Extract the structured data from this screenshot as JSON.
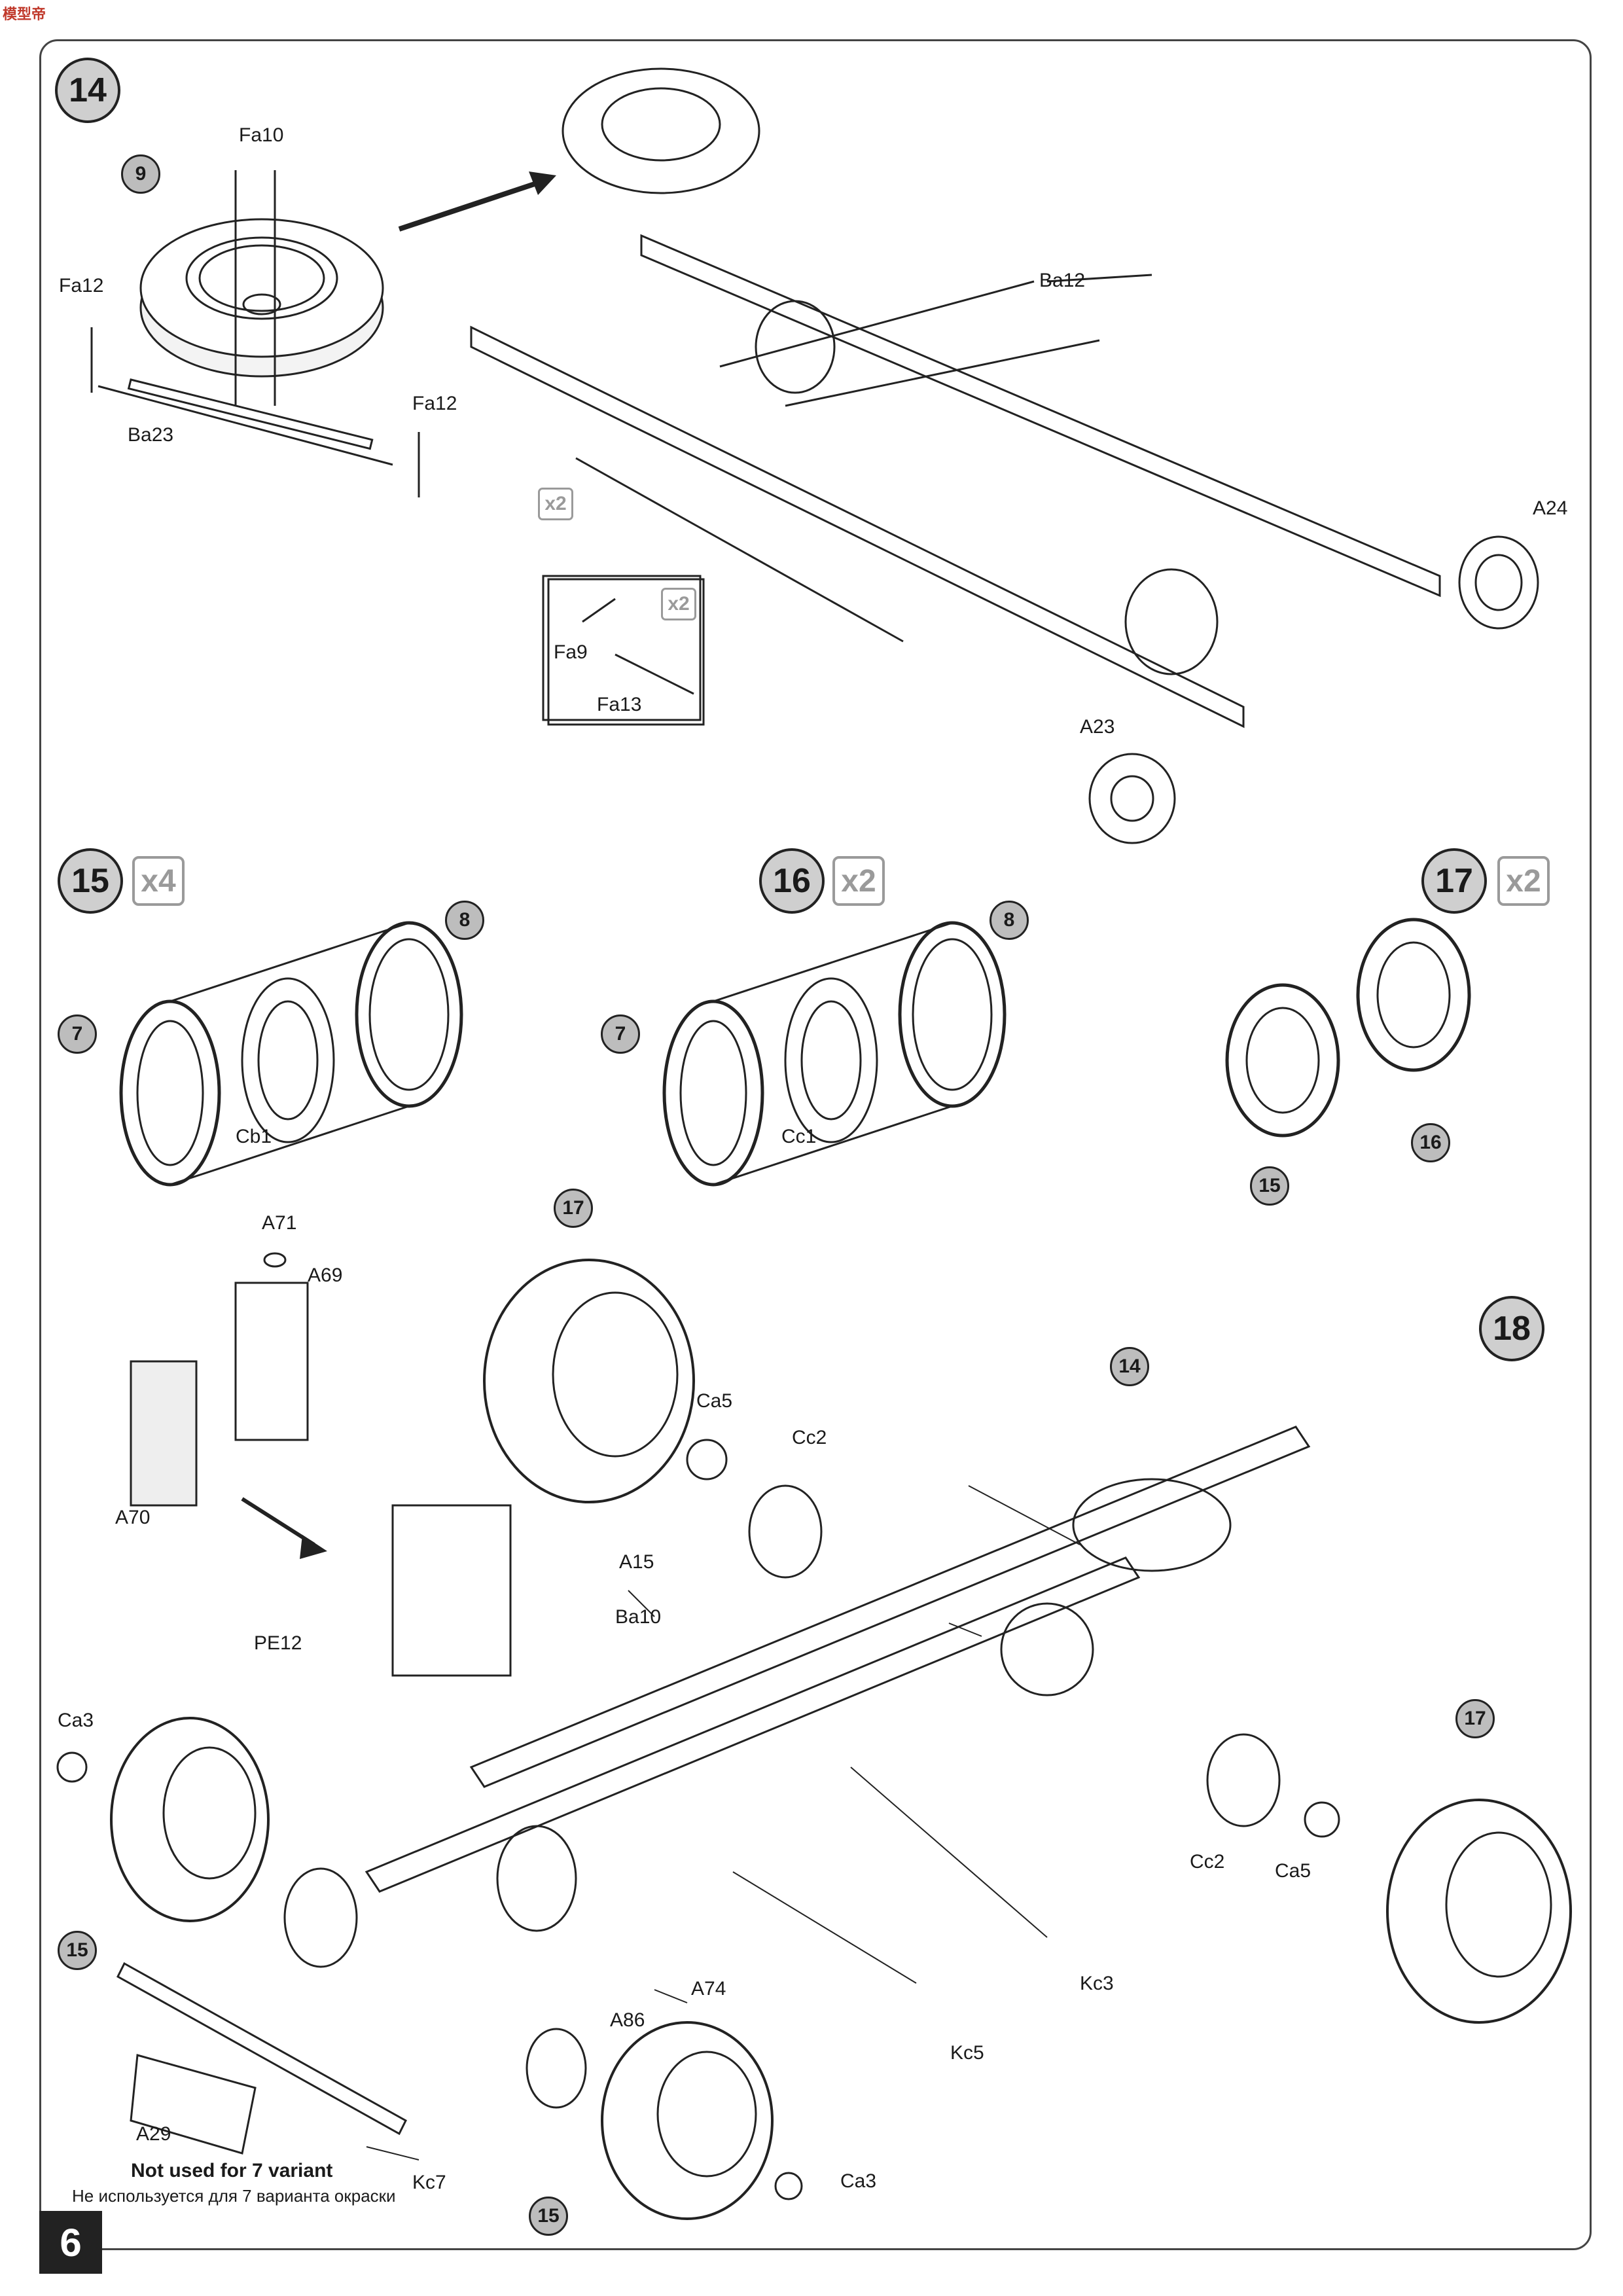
{
  "logo_text": "模型帝",
  "page_number": "6",
  "steps": {
    "s14": "14",
    "s15": "15",
    "s16": "16",
    "s17": "17",
    "s18": "18"
  },
  "multipliers": {
    "s15": "x4",
    "s16": "x2",
    "s17": "x2",
    "axle_x2": "x2",
    "inset_x2": "x2"
  },
  "parts": {
    "fa10": "Fa10",
    "fa12_left": "Fa12",
    "fa12_right": "Fa12",
    "ba23": "Ba23",
    "ba12": "Ba12",
    "a24": "A24",
    "a23": "A23",
    "fa9": "Fa9",
    "fa13": "Fa13",
    "cb1": "Cb1",
    "cc1": "Cc1",
    "a71": "A71",
    "a69": "A69",
    "a70": "A70",
    "pe12": "PE12",
    "a15": "A15",
    "ca5_top": "Ca5",
    "cc2_top": "Cc2",
    "ba10": "Ba10",
    "ca3_left": "Ca3",
    "a74": "A74",
    "a86": "A86",
    "kc3": "Kc3",
    "kc5": "Kc5",
    "kc7": "Kc7",
    "a29": "A29",
    "cc2_right": "Cc2",
    "ca5_right": "Ca5",
    "ca3_bottom": "Ca3"
  },
  "refs": {
    "r9": "9",
    "r8a": "8",
    "r7a": "7",
    "r8b": "8",
    "r7b": "7",
    "r15a": "15",
    "r16": "16",
    "r17a": "17",
    "r14": "14",
    "r17b": "17",
    "r15b": "15",
    "r15c": "15"
  },
  "notes": {
    "en": "Not used for 7 variant",
    "ru": "Не используется для 7 варианта окраски"
  }
}
